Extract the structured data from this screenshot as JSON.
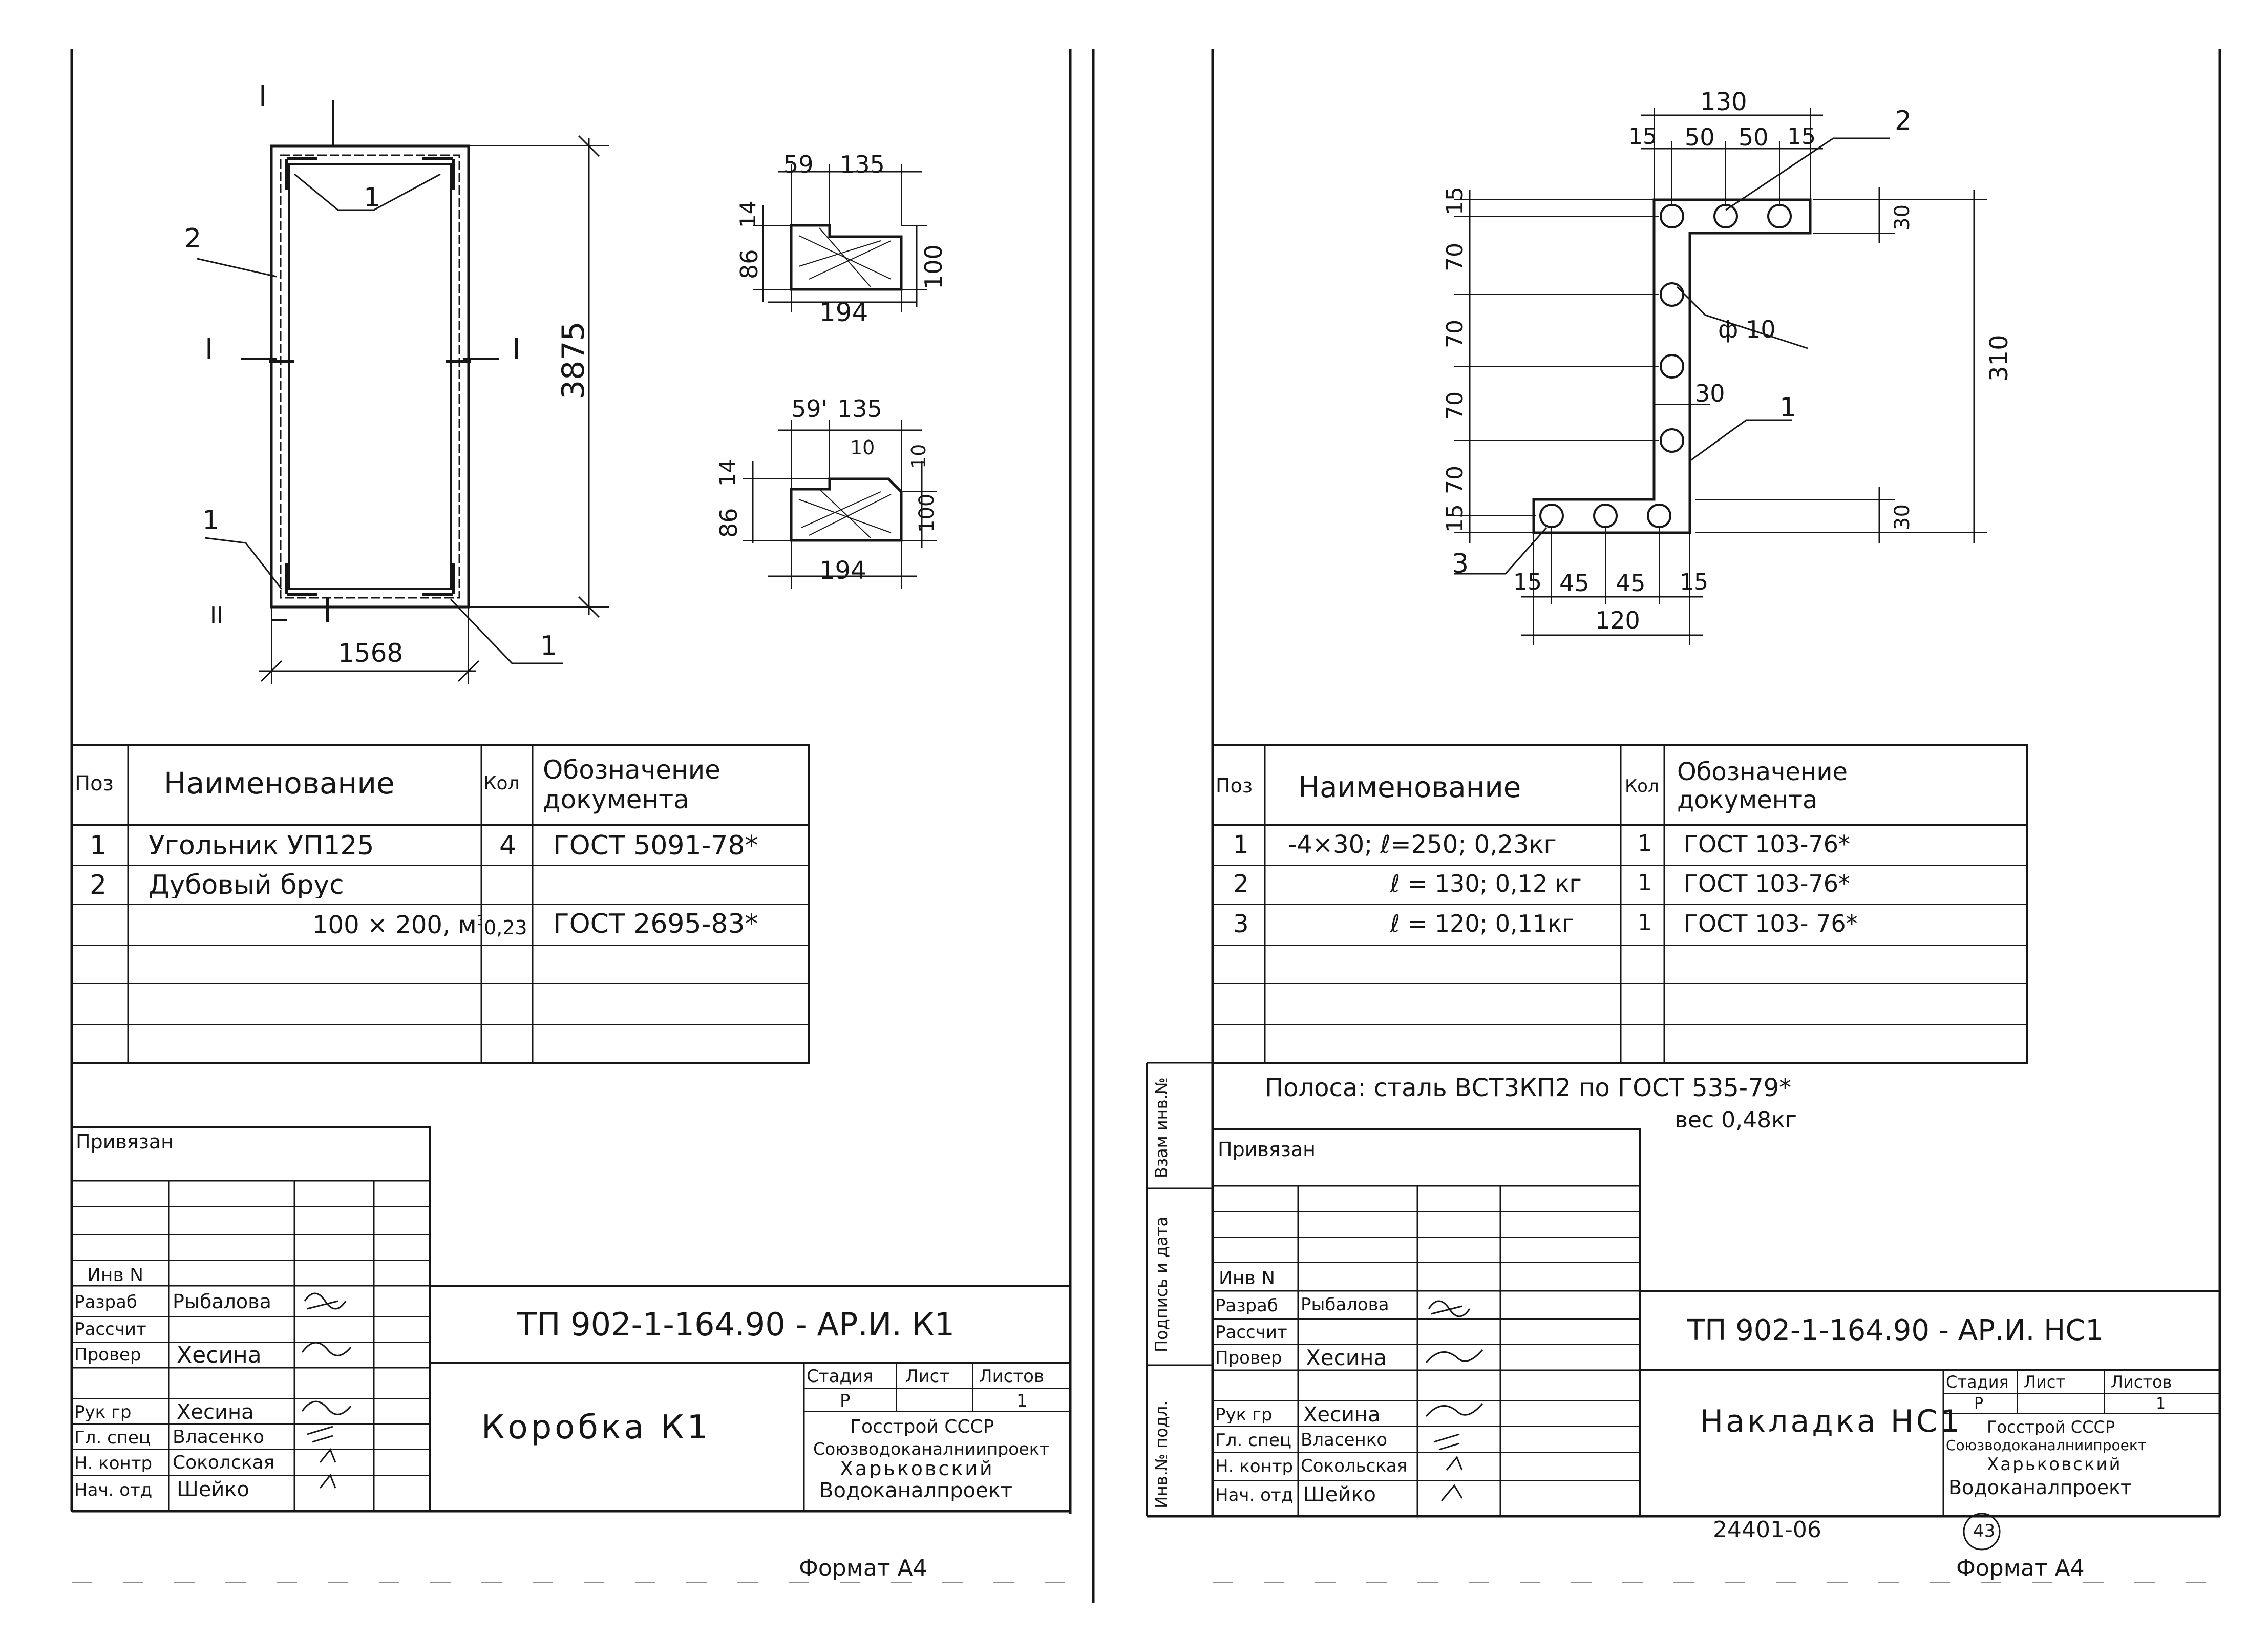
{
  "left": {
    "drawing": {
      "section_marks": [
        "I",
        "I",
        "I",
        "II"
      ],
      "callouts": [
        "1",
        "2",
        "1",
        "1"
      ],
      "overall_height": "3875",
      "overall_width": "1568",
      "section_top": {
        "dims": [
          "59",
          "135",
          "14",
          "86",
          "100",
          "194"
        ]
      },
      "section_bottom": {
        "dims": [
          "59'",
          "135",
          "10",
          "10",
          "14",
          "86",
          "100",
          "194"
        ]
      }
    },
    "spec": {
      "headers": {
        "pos": "Поз",
        "name": "Наименование",
        "qty": "Кол",
        "doc": "Обозначение документа"
      },
      "rows": [
        {
          "pos": "1",
          "name": "Угольник   УП125",
          "qty": "4",
          "doc": "ГОСТ 5091-78*"
        },
        {
          "pos": "2",
          "name": "Дубовый  брус",
          "qty": "",
          "doc": ""
        },
        {
          "pos": "",
          "name": "100 × 200, м³",
          "qty": "0,23",
          "doc": "ГОСТ 2695-83*"
        },
        {
          "pos": "",
          "name": "",
          "qty": "",
          "doc": ""
        },
        {
          "pos": "",
          "name": "",
          "qty": "",
          "doc": ""
        },
        {
          "pos": "",
          "name": "",
          "qty": "",
          "doc": ""
        }
      ]
    },
    "stamp": {
      "privyazan": "Привязан",
      "inv": "Инв N",
      "people": [
        {
          "role": "Разраб",
          "name": "Рыбалова"
        },
        {
          "role": "Рассчит",
          "name": ""
        },
        {
          "role": "Провер",
          "name": "Хесина"
        },
        {
          "role": "Рук гр",
          "name": "Хесина"
        },
        {
          "role": "Гл. спец",
          "name": "Власенко"
        },
        {
          "role": "Н. контр",
          "name": "Соколская"
        },
        {
          "role": "Нач. отд",
          "name": "Шейко"
        }
      ],
      "code": "ТП 902-1-164.90 - АР.И. К1",
      "title": "Коробка  К1",
      "stadia_label": "Стадия",
      "list_label": "Лист",
      "listov_label": "Листов",
      "stadia": "Р",
      "listov": "1",
      "org": [
        "Госстрой СССР",
        "Союзводоканалниипроект",
        "Харьковский",
        "Водоканалпроект"
      ]
    },
    "format": "Формат А4"
  },
  "right": {
    "drawing": {
      "top_dims": [
        "130",
        "15",
        "50",
        "50",
        "15"
      ],
      "left_dims": [
        "15",
        "70",
        "70",
        "70",
        "70",
        "15"
      ],
      "right_dims": [
        "30",
        "310",
        "30"
      ],
      "bottom_dims": [
        "15",
        "45",
        "45",
        "15",
        "120"
      ],
      "hole": "ф 10",
      "width_30": "30",
      "callouts": [
        "2",
        "1",
        "3"
      ]
    },
    "spec": {
      "headers": {
        "pos": "Поз",
        "name": "Наименование",
        "qty": "Кол",
        "doc": "Обозначение документа"
      },
      "rows": [
        {
          "pos": "1",
          "name": "-4×30;  ℓ=250;   0,23кг",
          "qty": "1",
          "doc": "ГОСТ 103-76*"
        },
        {
          "pos": "2",
          "name": "ℓ = 130;   0,12 кг",
          "qty": "1",
          "doc": "ГОСТ 103-76*"
        },
        {
          "pos": "3",
          "name": "ℓ = 120;   0,11кг",
          "qty": "1",
          "doc": "ГОСТ 103- 76*"
        },
        {
          "pos": "",
          "name": "",
          "qty": "",
          "doc": ""
        },
        {
          "pos": "",
          "name": "",
          "qty": "",
          "doc": ""
        }
      ]
    },
    "note": [
      "Полоса:  сталь   ВСТ3КП2    по ГОСТ  535-79*",
      "вес 0,48кг"
    ],
    "margin_labels": [
      "Взам инв.№",
      "Подпись и дата",
      "Инв.№ подл."
    ],
    "stamp": {
      "privyazan": "Привязан",
      "inv": "Инв N",
      "people": [
        {
          "role": "Разраб",
          "name": "Рыбалова"
        },
        {
          "role": "Рассчит",
          "name": ""
        },
        {
          "role": "Провер",
          "name": "Хесина"
        },
        {
          "role": "Рук гр",
          "name": "Хесина"
        },
        {
          "role": "Гл. спец",
          "name": "Власенко"
        },
        {
          "role": "Н. контр",
          "name": "Сокольская"
        },
        {
          "role": "Нач. отд",
          "name": "Шейко"
        }
      ],
      "code": "ТП 902-1-164.90  - АР.И. НС1",
      "title": "Накладка  НС1",
      "stadia_label": "Стадия",
      "list_label": "Лист",
      "listov_label": "Листов",
      "stadia": "Р",
      "listov": "1",
      "org": [
        "Госстрой СССР",
        "Союзводоканалниипроект",
        "Харьковский",
        "Водоканалпроект"
      ]
    },
    "archive_no": "24401-06",
    "sheet_no": "43",
    "format": "Формат А4"
  }
}
